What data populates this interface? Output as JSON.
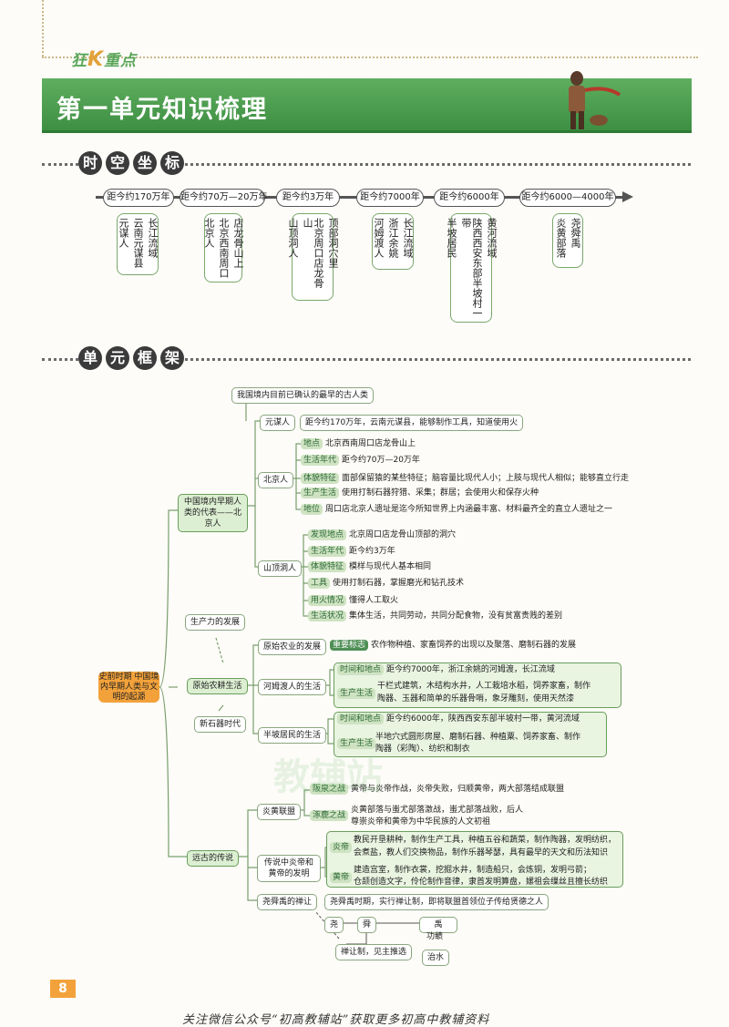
{
  "header": {
    "logo_pre": "狂",
    "logo_k": "K",
    "logo_post": "重点",
    "banner_title": "第一单元知识梳理"
  },
  "sections": {
    "timeline": [
      "时",
      "空",
      "坐",
      "标"
    ],
    "framework": [
      "单",
      "元",
      "框",
      "架"
    ]
  },
  "timeline": [
    {
      "label": "距今约170万年",
      "cols": [
        "长江流域",
        "云南元谋县",
        "元谋人"
      ]
    },
    {
      "label": "距今约70万—20万年",
      "cols": [
        "店龙骨山上",
        "北京西南周口",
        "北京人"
      ]
    },
    {
      "label": "距今约3万年",
      "cols": [
        "顶部洞穴里",
        "北京周口店龙骨山",
        "山顶洞人"
      ]
    },
    {
      "label": "距今约7000年",
      "cols": [
        "长江流域",
        "浙江余姚",
        "河姆渡人"
      ]
    },
    {
      "label": "距今约6000年",
      "cols": [
        "黄河流域",
        "陕西西安东部半坡村一带",
        "半坡居民"
      ]
    },
    {
      "label": "距今约6000—4000年",
      "cols": [
        "尧舜禹",
        "炎黄部落"
      ]
    }
  ],
  "tree": {
    "root": "史前时期 中国境内早期人类与文明的起源",
    "top_note": "我国境内目前已确认的最早的古人类",
    "branch1": "中国境内早期人类的代表——北京人",
    "yuanmou": {
      "label": "元谋人",
      "text": "距今约170万年，云南元谋县，能够制作工具，知道使用火"
    },
    "beijing": {
      "label": "北京人",
      "items": [
        {
          "tag": "地点",
          "text": "北京西南周口店龙骨山上"
        },
        {
          "tag": "生活年代",
          "text": "距今约70万—20万年"
        },
        {
          "tag": "体貌特征",
          "text": "面部保留猿的某些特征；脑容量比现代人小；上肢与现代人相似；能够直立行走"
        },
        {
          "tag": "生产生活",
          "text": "使用打制石器狩猎、采集；群居；会使用火和保存火种"
        },
        {
          "tag": "地位",
          "text": "周口店北京人遗址是迄今所知世界上内涵最丰富、材料最齐全的直立人遗址之一"
        }
      ]
    },
    "shanding": {
      "label": "山顶洞人",
      "items": [
        {
          "tag": "发现地点",
          "text": "北京周口店龙骨山顶部的洞穴"
        },
        {
          "tag": "生活年代",
          "text": "距今约3万年"
        },
        {
          "tag": "体貌特征",
          "text": "模样与现代人基本相同"
        },
        {
          "tag": "工具",
          "text": "使用打制石器，掌握磨光和钻孔技术"
        },
        {
          "tag": "用火情况",
          "text": "懂得人工取火"
        },
        {
          "tag": "生活状况",
          "text": "集体生活，共同劳动，共同分配食物，没有贫富贵贱的差别"
        }
      ]
    },
    "productivity": "生产力的发展",
    "branch2": "原始农耕生活",
    "neolithic": "新石器时代",
    "agri": {
      "label": "原始农业的发展",
      "tag": "重要标志",
      "text": "农作物种植、家畜饲养的出现以及聚落、磨制石器的发展"
    },
    "hemudu": {
      "label": "河姆渡人的生活",
      "time_tag": "时间和地点",
      "time": "距今约7000年，浙江余姚的河姆渡，长江流域",
      "prod_tag": "生产生活",
      "prod": [
        "干栏式建筑，木结构水井，人工栽培水稻，饲养家畜，制作",
        "陶器、玉器和简单的乐器骨哨，象牙雕刻，使用天然漆"
      ]
    },
    "banpo": {
      "label": "半坡居民的生活",
      "time_tag": "时间和地点",
      "time": "距今约6000年，陕西西安东部半坡村一带，黄河流域",
      "prod_tag": "生产生活",
      "prod": [
        "半地穴式圆形房屋、磨制石器、种植粟、饲养家畜、制作",
        "陶器（彩陶）、纺织和制衣"
      ]
    },
    "branch3": "远古的传说",
    "yanhuang": {
      "label": "炎黄联盟",
      "a_tag": "阪泉之战",
      "a": "黄帝与炎帝作战，炎帝失败，归顺黄帝，两大部落结成联盟",
      "b_tag": "涿鹿之战",
      "b": [
        "炎黄部落与蚩尤部落激战，蚩尤部落战败，后人",
        "尊崇炎帝和黄帝为中华民族的人文初祖"
      ]
    },
    "legend": {
      "label": "传说中炎帝和黄帝的发明",
      "yan_tag": "炎帝",
      "yan": [
        "教民开垦耕种，制作生产工具，种植五谷和蔬菜，制作陶器，发明纺织，",
        "会煮盐，教人们交换物品，制作乐器琴瑟，具有最早的天文和历法知识"
      ],
      "huang_tag": "黄帝",
      "huang": [
        "建造宫室，制作衣裳，挖掘水井，制造船只，会炼铜，发明弓箭；",
        "仓颉创造文字，伶伦制作音律，隶首发明算盘，嫘祖会缫丝且擅长纺织"
      ]
    },
    "shanrang": {
      "label": "尧舜禹的禅让",
      "text": "尧舜禹时期，实行禅让制，即将联盟首领位子传给贤德之人"
    },
    "chain": {
      "yao": "尧",
      "shun": "舜",
      "yu": "禹",
      "merit": "功绩",
      "flood": "治水",
      "method": "禅让制，见主推选"
    }
  },
  "page_number": "8",
  "footer": "关注微信公众号“初高教辅站”获取更多初高中教辅资料",
  "watermark": "教辅站"
}
